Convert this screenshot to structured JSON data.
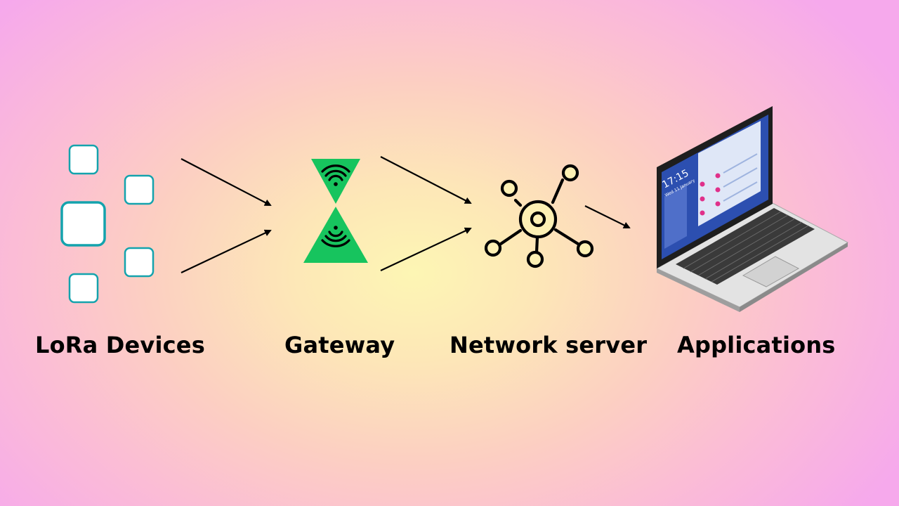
{
  "labels": {
    "devices": "LoRa Devices",
    "gateway": "Gateway",
    "network_server": "Network server",
    "applications": "Applications"
  },
  "laptop_screen": {
    "time": "17:15",
    "date": "Wed 11 January"
  },
  "colors": {
    "device_outline": "#14a3ad",
    "gateway_green": "#17c45e",
    "arrow": "#000000",
    "screen_blue": "#2c4fb0",
    "accent_pink": "#e0308a"
  },
  "icons": {
    "devices": "device-square-icon",
    "gateway": "wireless-gateway-icon",
    "network_server": "network-hub-icon",
    "applications": "laptop-icon"
  }
}
